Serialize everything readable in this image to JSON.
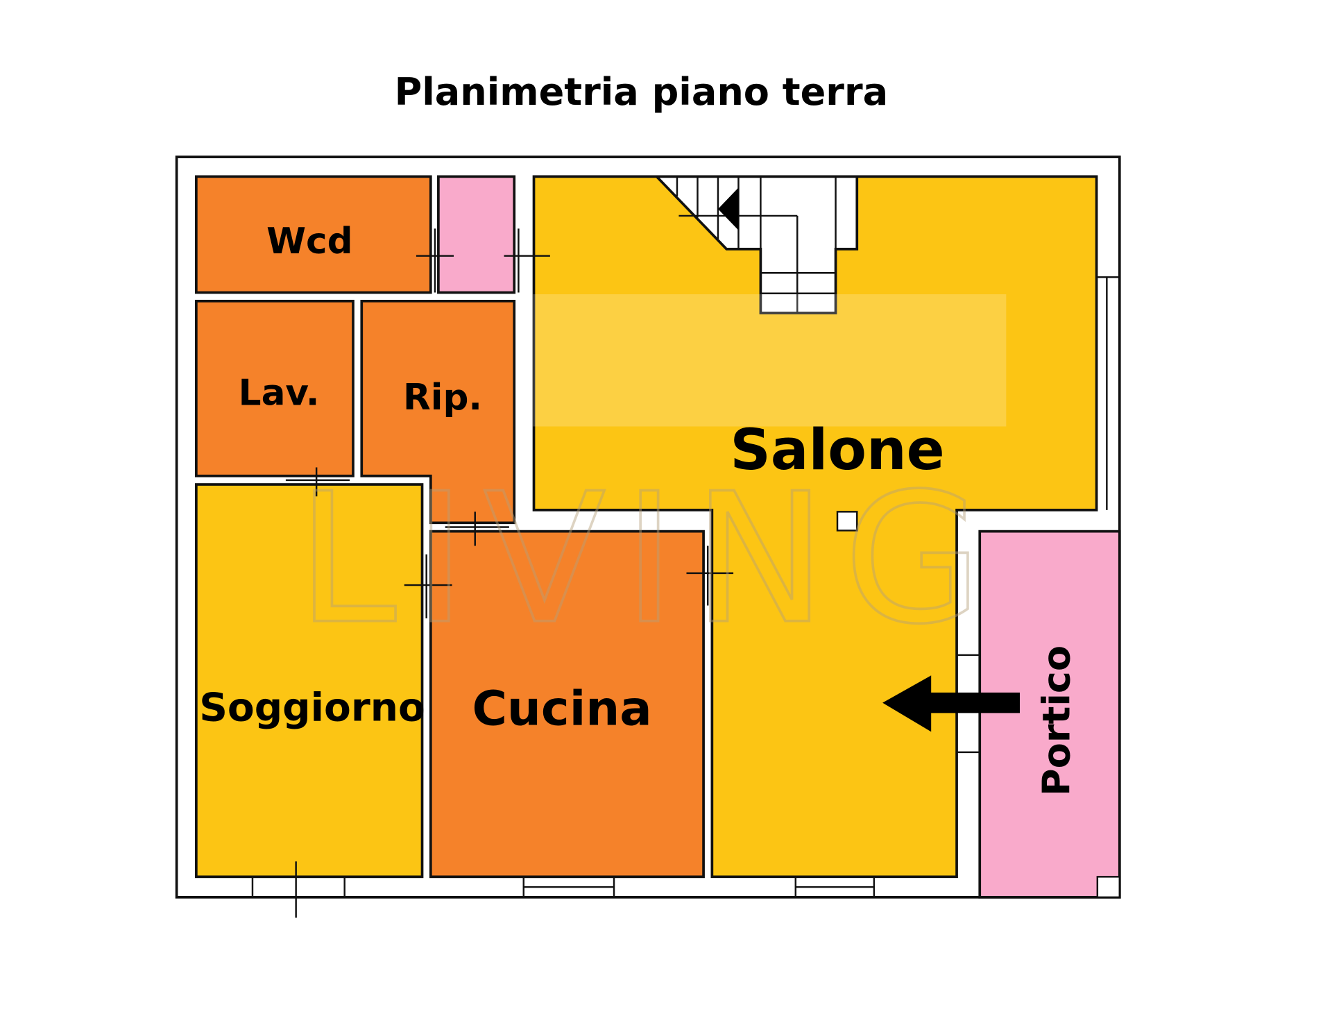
{
  "title": "Planimetria piano terra",
  "watermark": "LIVING",
  "rooms": {
    "wcd": "Wcd",
    "lav": "Lav.",
    "rip": "Rip.",
    "salone": "Salone",
    "soggiorno": "Soggiorno",
    "cucina": "Cucina",
    "portico": "Portico"
  },
  "colors": {
    "orange": "#f5822a",
    "yellow": "#fcc514",
    "pink": "#f9aacb"
  }
}
